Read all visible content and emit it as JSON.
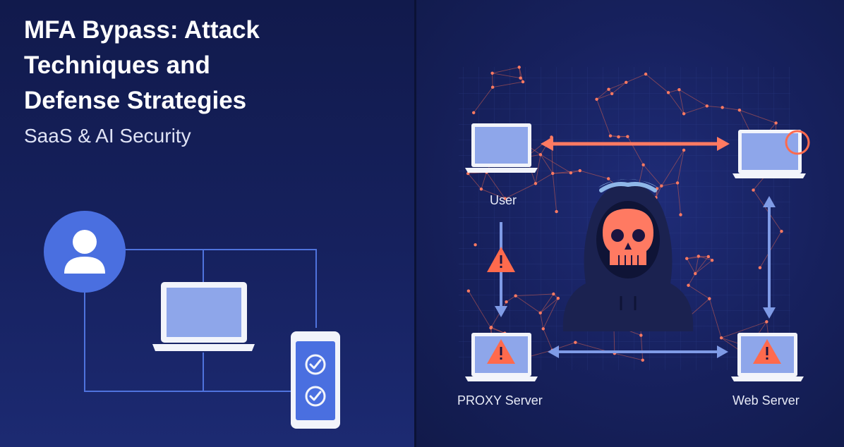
{
  "slide": {
    "title_line1": "MFA Bypass: Attack",
    "title_line2": "Techniques and",
    "title_line3": "Defense Strategies",
    "subtitle": "SaaS & AI Security"
  },
  "diagram": {
    "user_label": "User",
    "proxy_label": "PROXY Server",
    "webserver_label": "Web Server"
  },
  "colors": {
    "accent_blue": "#4a6fe0",
    "threat_red": "#ff7a62",
    "arrow_blue": "#7f9be6",
    "screen_blue": "#8ea6ea"
  }
}
